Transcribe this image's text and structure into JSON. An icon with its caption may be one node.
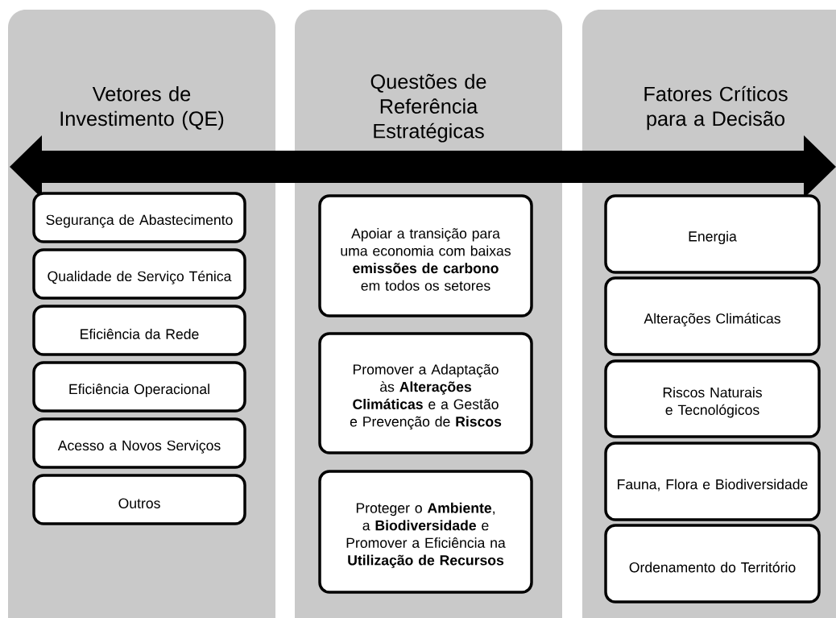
{
  "diagram": {
    "nodes": [
      {
        "text": [
          "Vetores de Investimento (QE)"
        ]
      },
      {
        "text": [
          "Segurança de Abastecimento"
        ],
        "in": 0
      },
      {
        "text": [
          "Qualidade de Serviço Ténica"
        ],
        "in": 0
      },
      {
        "text": [
          "Eficiência da Rede"
        ],
        "in": 0
      },
      {
        "text": [
          "Eficiência Operacional"
        ],
        "in": 0
      },
      {
        "text": [
          "Acesso a Novos Serviços"
        ],
        "in": 0
      },
      {
        "text": [
          "Outros"
        ],
        "in": 0
      },
      {
        "text": [
          "Questões de Referência Estratégicas"
        ]
      },
      {
        "text": [
          "Apoiar a transição para uma economia com baixas **emissões de carbono** em todos os setores"
        ],
        "in": 7
      },
      {
        "text": [
          "Promover a Adaptação às **Alterações Climáticas** e a Gestão e Prevenção de **Riscos**"
        ],
        "in": 7
      },
      {
        "text": [
          "Proteger o **Ambiente**, a **Biodiversidade** e Promover a Eficiência na **Utilização de Recursos**"
        ],
        "in": 7
      },
      {
        "text": [
          "Fatores Críticos para a Decisão"
        ]
      },
      {
        "text": [
          "Energia"
        ],
        "in": 11
      },
      {
        "text": [
          "Alterações Climáticas"
        ],
        "in": 11
      },
      {
        "text": [
          "Riscos Naturais e Tecnológicos"
        ],
        "in": 11
      },
      {
        "text": [
          "Fauna, Flora e Biodiversidade"
        ],
        "in": 11
      },
      {
        "text": [
          "Ordenamento do Território"
        ],
        "in": 11
      }
    ]
  }
}
